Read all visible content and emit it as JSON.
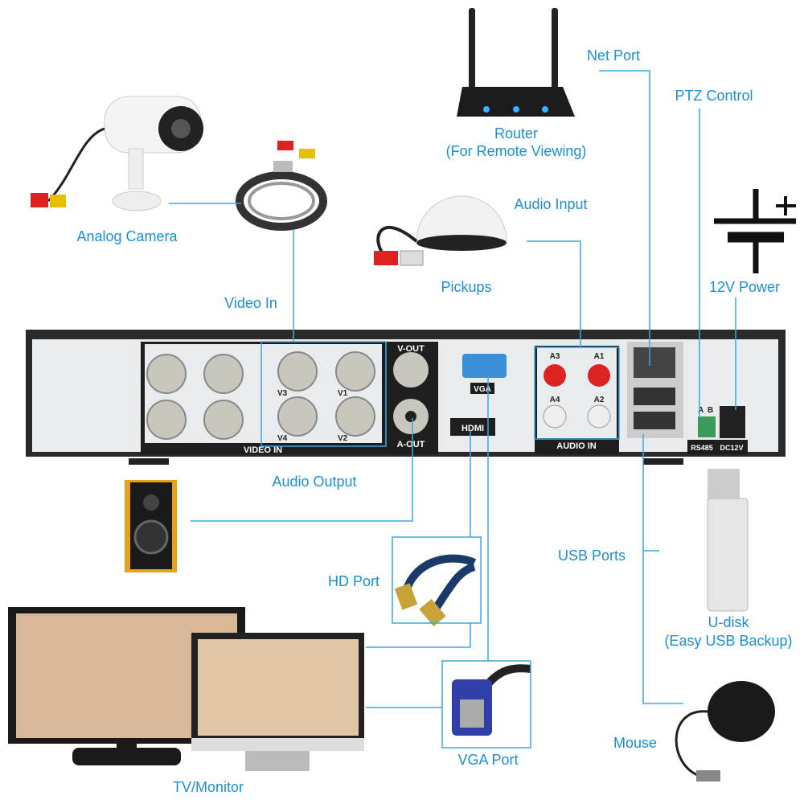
{
  "labels": {
    "net_port": "Net Port",
    "ptz_control": "PTZ Control",
    "router": "Router",
    "router_sub": "(For Remote Viewing)",
    "audio_input": "Audio Input",
    "analog_camera": "Analog Camera",
    "pickups": "Pickups",
    "power": "12V Power",
    "video_in": "Video In",
    "audio_output": "Audio Output",
    "usb_ports": "USB Ports",
    "hd_port": "HD Port",
    "udisk": "U-disk",
    "udisk_sub": "(Easy USB Backup)",
    "mouse": "Mouse",
    "vga_port": "VGA Port",
    "tv_monitor": "TV/Monitor"
  },
  "panel": {
    "v_out": "V-OUT",
    "a_out": "A-OUT",
    "vga": "VGA",
    "hdmi": "HDMI",
    "audio_in": "AUDIO IN",
    "video_in": "VIDEO IN",
    "audio_channels": [
      "A3",
      "A1",
      "A4",
      "A2"
    ],
    "video_channels": [
      "V3",
      "V1",
      "V4",
      "V2"
    ],
    "rs485_pins": [
      "A",
      "B"
    ],
    "rs485": "RS485",
    "dc12v": "DC12V"
  },
  "colors": {
    "label": "#1b8fd2",
    "line": "#3aa8e0",
    "panel": "#e8ecef",
    "dark": "#1e1e1e"
  }
}
